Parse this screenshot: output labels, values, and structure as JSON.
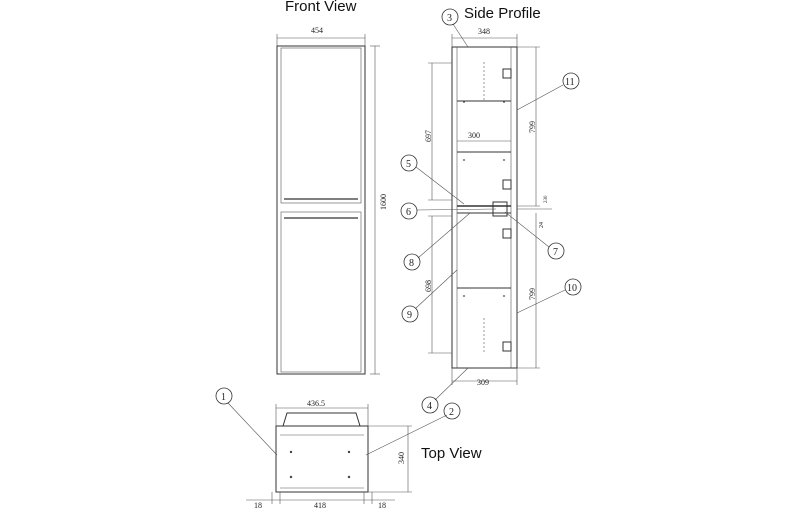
{
  "titles": {
    "front": "Front View",
    "side": "Side Profile",
    "top": "Top View"
  },
  "dimensions": {
    "front_width": "454",
    "front_height": "1600",
    "side_depth": "348",
    "side_upper_height": "697",
    "side_lower_height": "698",
    "shelf_depth": "300",
    "side_upper_door": "799",
    "side_lower_door": "799",
    "side_base_depth": "309",
    "shelf_small_1": "230",
    "shelf_small_2": "24",
    "top_width": "436.5",
    "top_depth": "340",
    "top_left": "18",
    "top_middle": "418",
    "top_right": "18"
  },
  "callouts": [
    "1",
    "2",
    "3",
    "4",
    "5",
    "6",
    "7",
    "8",
    "9",
    "10",
    "11"
  ]
}
